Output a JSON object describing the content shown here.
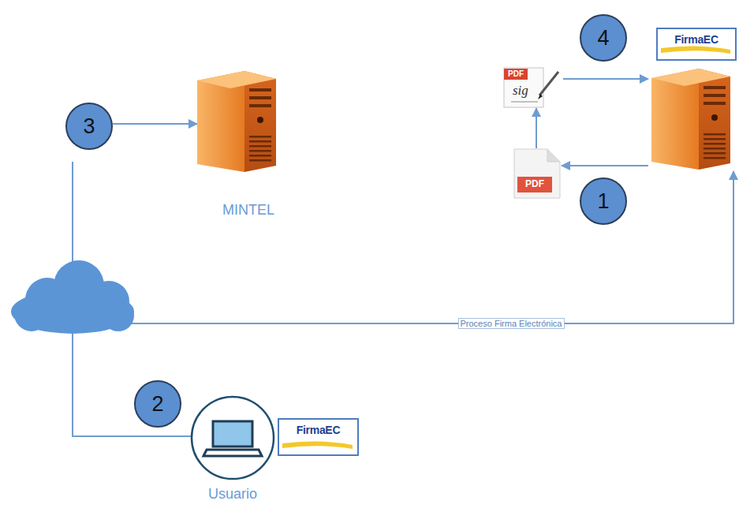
{
  "diagram": {
    "nodes": [
      {
        "text": [
          "4"
        ]
      },
      {
        "text": [
          "FirmaEC"
        ]
      },
      {
        "text": [
          "3"
        ]
      },
      {
        "text": [
          "MINTEL"
        ]
      },
      {
        "text": [
          "PDF",
          "sig"
        ]
      },
      {
        "text": [
          "PDF"
        ]
      },
      {
        "text": [
          "1"
        ]
      },
      {
        "text": [
          "2"
        ]
      },
      {
        "text": [
          "Usuario"
        ]
      },
      {
        "text": [
          "FirmaEC"
        ]
      }
    ],
    "edges": [
      {
        "from": 2,
        "to": 3,
        "arrow": "to"
      },
      {
        "from": 1,
        "to": 5,
        "arrow": "to"
      },
      {
        "from": 5,
        "to": 4,
        "arrow": "to"
      },
      {
        "from": 4,
        "to": 1,
        "arrow": "to"
      },
      {
        "from": 8,
        "to": 1,
        "label": "Proceso Firma Electrónica",
        "arrow": "to"
      }
    ]
  }
}
